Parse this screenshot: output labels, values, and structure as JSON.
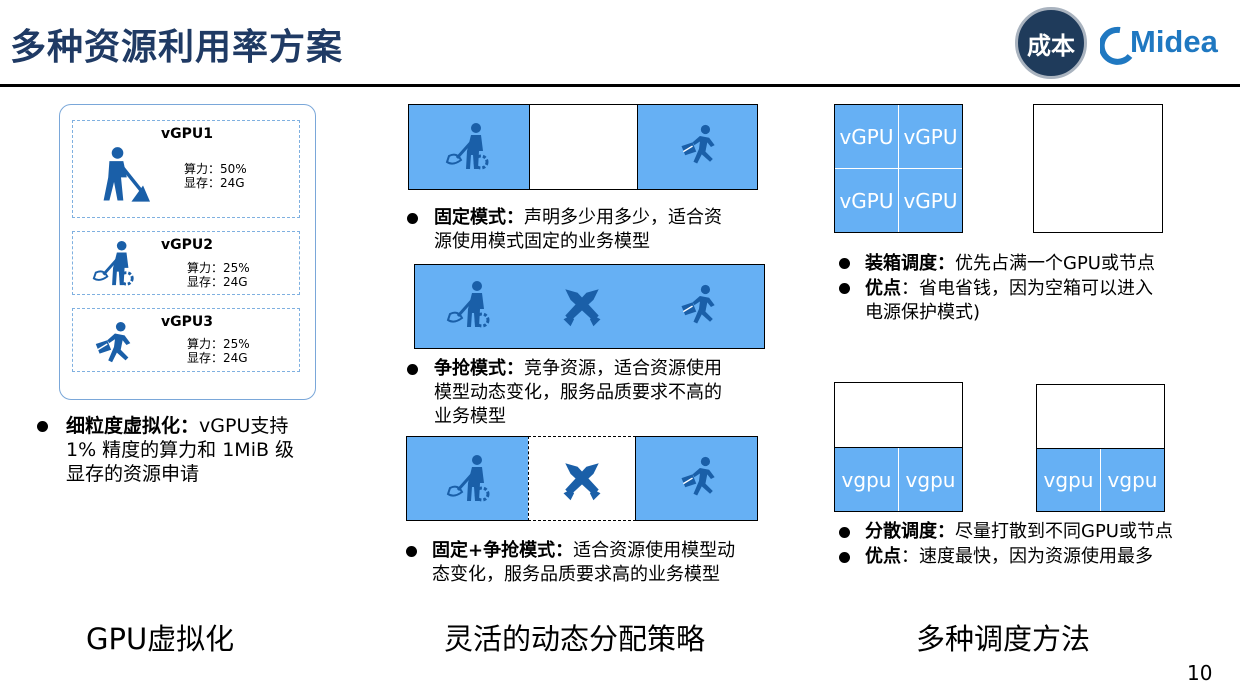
{
  "header": {
    "title": "多种资源利用率方案",
    "badge": "成本",
    "logo_text": "Midea",
    "page_number": "10"
  },
  "vgpu_cards": [
    {
      "name": "vGPU1",
      "compute": "算力：50%",
      "memory": "显存：24G",
      "icon": "digging-worker-icon"
    },
    {
      "name": "vGPU2",
      "compute": "算力：25%",
      "memory": "显存：24G",
      "icon": "sweeping-worker-icon"
    },
    {
      "name": "vGPU3",
      "compute": "算力：25%",
      "memory": "显存：24G",
      "icon": "running-courier-icon"
    }
  ],
  "left_bullet": {
    "bold": "细粒度虚拟化：",
    "line1_rest": "vGPU支持",
    "line2": "1% 精度的算力和 1MiB 级",
    "line3": "显存的资源申请"
  },
  "middle": {
    "fixed": {
      "bold": "固定模式：",
      "line1_rest": "声明多少用多少，适合资",
      "line2": "源使用模式固定的业务模型"
    },
    "compete": {
      "bold": "争抢模式：",
      "line1_rest": "竞争资源，适合资源使用",
      "line2": "模型动态变化，服务品质要求不高的",
      "line3": "业务模型"
    },
    "mixed": {
      "bold": "固定+争抢模式：",
      "line1_rest": "适合资源使用模型动",
      "line2": "态变化，服务品质要求高的业务模型"
    }
  },
  "right": {
    "binpack_cells": [
      "vGPU",
      "vGPU",
      "vGPU",
      "vGPU"
    ],
    "spread_cells": [
      "vgpu",
      "vgpu",
      "vgpu",
      "vgpu"
    ],
    "binpack": {
      "bold": "装箱调度：",
      "rest": "优先占满一个GPU或节点"
    },
    "binpack_adv": {
      "bold": "优点",
      "line1_rest": "：省电省钱，因为空箱可以进入",
      "line2": "电源保护模式)"
    },
    "spread": {
      "bold": "分散调度：",
      "rest": "尽量打散到不同GPU或节点"
    },
    "spread_adv": {
      "bold": "优点",
      "rest": "：速度最快，因为资源使用最多"
    }
  },
  "captions": [
    "GPU虚拟化",
    "灵活的动态分配策略",
    "多种调度方法"
  ],
  "colors": {
    "title": "#1f3a64",
    "cell_blue": "#66b0f4",
    "icon_blue": "#1a5fa8",
    "logo_blue": "#1f78c1",
    "badge_bg": "#1f3b5b"
  }
}
